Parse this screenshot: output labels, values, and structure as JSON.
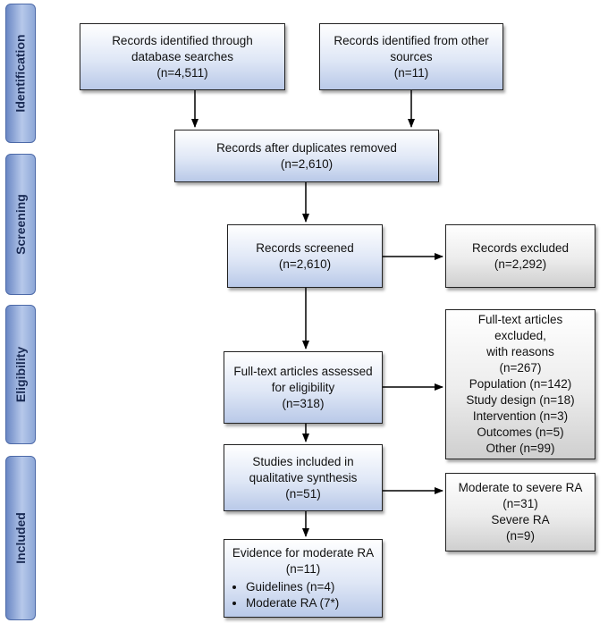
{
  "phases": {
    "identification": "Identification",
    "screening": "Screening",
    "eligibility": "Eligibility",
    "included": "Included"
  },
  "boxes": {
    "db_search": {
      "line1": "Records identified through",
      "line2": "database searches",
      "line3": "(n=4,511)"
    },
    "other_sources": {
      "line1": "Records identified from other",
      "line2": "sources",
      "line3": "(n=11)"
    },
    "duplicates_removed": {
      "line1": "Records after duplicates removed",
      "line2": "(n=2,610)"
    },
    "screened": {
      "line1": "Records screened",
      "line2": "(n=2,610)"
    },
    "excluded": {
      "line1": "Records excluded",
      "line2": "(n=2,292)"
    },
    "fulltext_assessed": {
      "line1": "Full-text articles assessed",
      "line2": "for eligibility",
      "line3": "(n=318)"
    },
    "fulltext_excluded": {
      "line1": "Full-text articles excluded,",
      "line2": "with reasons",
      "line3": "(n=267)",
      "reasons": [
        "Population (n=142)",
        "Study design (n=18)",
        "Intervention (n=3)",
        "Outcomes (n=5)",
        "Other (n=99)"
      ]
    },
    "qualitative": {
      "line1": "Studies included in",
      "line2": "qualitative synthesis",
      "line3": "(n=51)"
    },
    "moderate_severe": {
      "line1": "Moderate to severe RA",
      "line2": "(n=31)",
      "line3": "Severe RA",
      "line4": "(n=9)"
    },
    "moderate_evidence": {
      "line1": "Evidence for moderate RA",
      "line2": "(n=11)",
      "bullets": [
        "Guidelines (n=4)",
        "Moderate RA (7*)"
      ]
    }
  }
}
